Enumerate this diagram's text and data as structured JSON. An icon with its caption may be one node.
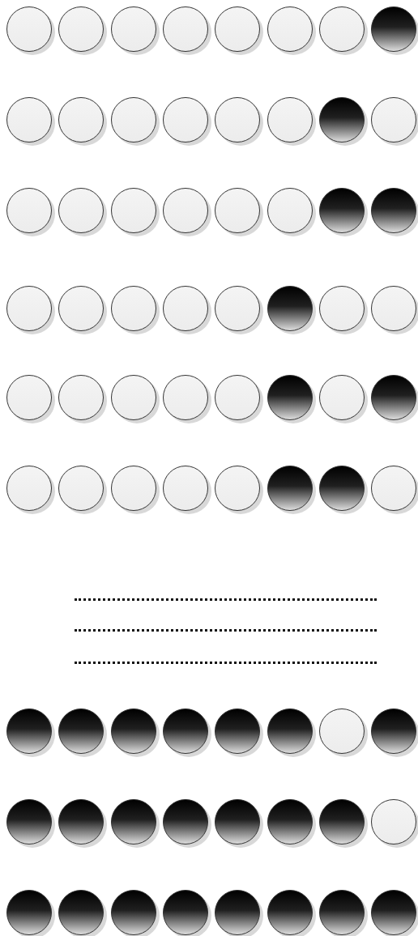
{
  "diagram": {
    "nodes": [
      {
        "text": [],
        "shape": "circle"
      },
      {
        "text": [],
        "shape": "circle"
      },
      {
        "text": [],
        "shape": "circle"
      },
      {
        "text": [],
        "shape": "circle"
      },
      {
        "text": [],
        "shape": "circle"
      },
      {
        "text": [],
        "shape": "circle"
      },
      {
        "text": [],
        "shape": "circle"
      },
      {
        "text": [],
        "shape": "disc"
      },
      {
        "text": [],
        "shape": "circle"
      },
      {
        "text": [],
        "shape": "circle"
      },
      {
        "text": [],
        "shape": "circle"
      },
      {
        "text": [],
        "shape": "circle"
      },
      {
        "text": [],
        "shape": "circle"
      },
      {
        "text": [],
        "shape": "circle"
      },
      {
        "text": [],
        "shape": "disc"
      },
      {
        "text": [],
        "shape": "circle"
      },
      {
        "text": [],
        "shape": "circle"
      },
      {
        "text": [],
        "shape": "circle"
      },
      {
        "text": [],
        "shape": "circle"
      },
      {
        "text": [],
        "shape": "circle"
      },
      {
        "text": [],
        "shape": "circle"
      },
      {
        "text": [],
        "shape": "circle"
      },
      {
        "text": [],
        "shape": "disc"
      },
      {
        "text": [],
        "shape": "disc"
      },
      {
        "text": [],
        "shape": "circle"
      },
      {
        "text": [],
        "shape": "circle"
      },
      {
        "text": [],
        "shape": "circle"
      },
      {
        "text": [],
        "shape": "circle"
      },
      {
        "text": [],
        "shape": "circle"
      },
      {
        "text": [],
        "shape": "disc"
      },
      {
        "text": [],
        "shape": "circle"
      },
      {
        "text": [],
        "shape": "circle"
      },
      {
        "text": [],
        "shape": "circle"
      },
      {
        "text": [],
        "shape": "circle"
      },
      {
        "text": [],
        "shape": "circle"
      },
      {
        "text": [],
        "shape": "circle"
      },
      {
        "text": [],
        "shape": "circle"
      },
      {
        "text": [],
        "shape": "disc"
      },
      {
        "text": [],
        "shape": "circle"
      },
      {
        "text": [],
        "shape": "disc"
      },
      {
        "text": [],
        "shape": "circle"
      },
      {
        "text": [],
        "shape": "circle"
      },
      {
        "text": [],
        "shape": "circle"
      },
      {
        "text": [],
        "shape": "circle"
      },
      {
        "text": [],
        "shape": "circle"
      },
      {
        "text": [],
        "shape": "disc"
      },
      {
        "text": [],
        "shape": "disc"
      },
      {
        "text": [],
        "shape": "circle"
      },
      {
        "text": [],
        "shape": "disc"
      },
      {
        "text": [],
        "shape": "disc"
      },
      {
        "text": [],
        "shape": "disc"
      },
      {
        "text": [],
        "shape": "disc"
      },
      {
        "text": [],
        "shape": "disc"
      },
      {
        "text": [],
        "shape": "disc"
      },
      {
        "text": [],
        "shape": "circle"
      },
      {
        "text": [],
        "shape": "disc"
      },
      {
        "text": [],
        "shape": "disc"
      },
      {
        "text": [],
        "shape": "disc"
      },
      {
        "text": [],
        "shape": "disc"
      },
      {
        "text": [],
        "shape": "disc"
      },
      {
        "text": [],
        "shape": "disc"
      },
      {
        "text": [],
        "shape": "disc"
      },
      {
        "text": [],
        "shape": "disc"
      },
      {
        "text": [],
        "shape": "circle"
      },
      {
        "text": [],
        "shape": "disc"
      },
      {
        "text": [],
        "shape": "disc"
      },
      {
        "text": [],
        "shape": "disc"
      },
      {
        "text": [],
        "shape": "disc"
      },
      {
        "text": [],
        "shape": "disc"
      },
      {
        "text": [],
        "shape": "disc"
      },
      {
        "text": [],
        "shape": "disc"
      },
      {
        "text": [],
        "shape": "disc"
      }
    ]
  }
}
